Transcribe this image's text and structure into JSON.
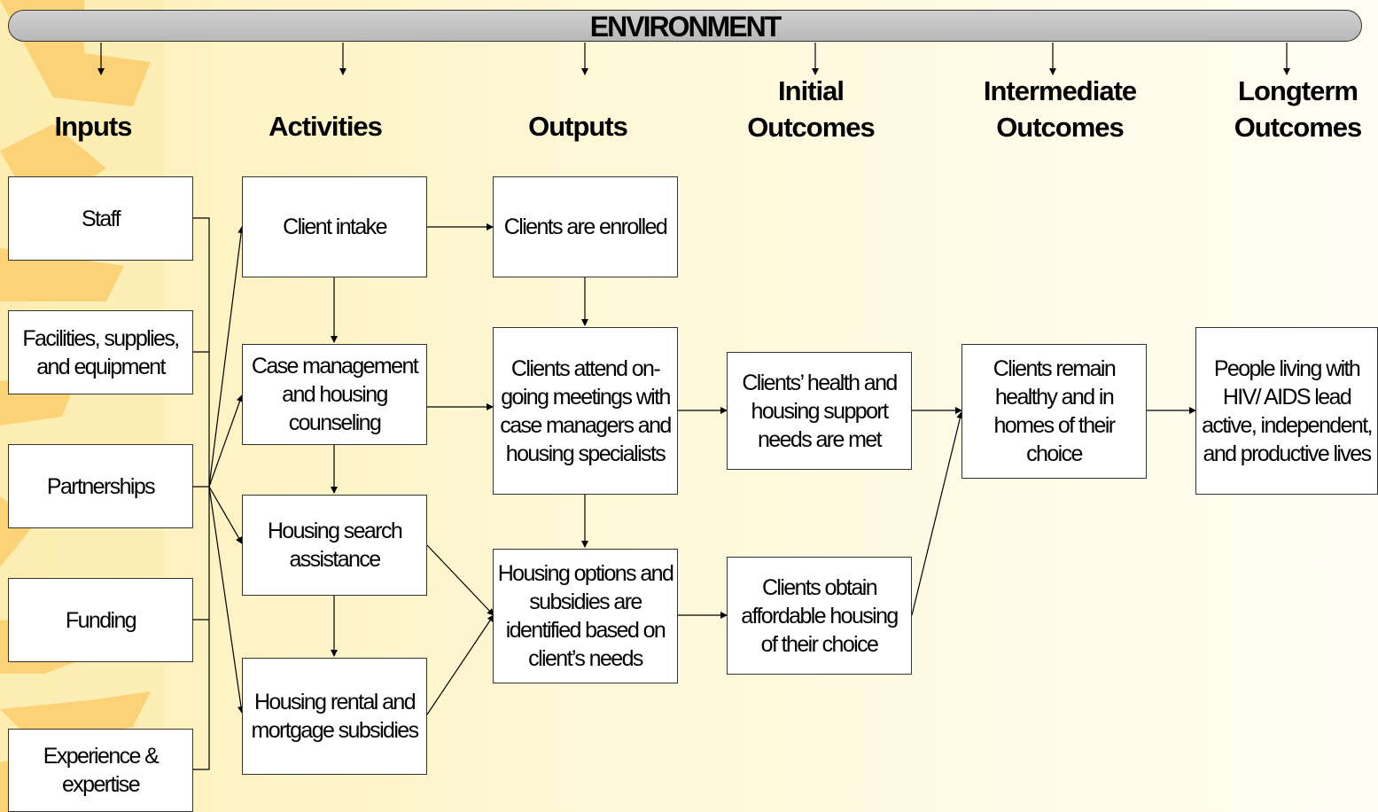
{
  "banner": {
    "title": "ENVIRONMENT"
  },
  "headers": {
    "inputs": "Inputs",
    "activities": "Activities",
    "outputs": "Outputs",
    "initial_outcomes": "Initial Outcomes",
    "intermediate_outcomes": "Intermediate Outcomes",
    "longterm_outcomes": "Longterm Outcomes"
  },
  "inputs": {
    "staff": "Staff",
    "facilities": "Facilities, supplies, and equipment",
    "partnerships": "Partnerships",
    "funding": "Funding",
    "experience": "Experience & expertise"
  },
  "activities": {
    "client_intake": "Client intake",
    "case_management": "Case management and housing counseling",
    "housing_search": "Housing search assistance",
    "housing_rental": "Housing rental and mortgage subsidies"
  },
  "outputs": {
    "enrolled": "Clients are enrolled",
    "meetings": "Clients attend on-going meetings with case managers and housing specialists",
    "housing_options": "Housing options and subsidies are identified based on client’s needs"
  },
  "initial_outcomes": {
    "needs_met": "Clients’ health and housing support needs are met",
    "affordable_housing": "Clients obtain affordable housing of their choice"
  },
  "intermediate_outcomes": {
    "remain_healthy": "Clients remain healthy and in homes of their choice"
  },
  "longterm_outcomes": {
    "productive_lives": "People living with HIV/ AIDS lead active, independent, and productive lives"
  },
  "colors": {
    "background_left": "#fdf0b8",
    "background_right": "#fffef4",
    "sun_rays": "#fccd6c",
    "banner_fill": "#c4c4c4",
    "line": "#000000"
  }
}
